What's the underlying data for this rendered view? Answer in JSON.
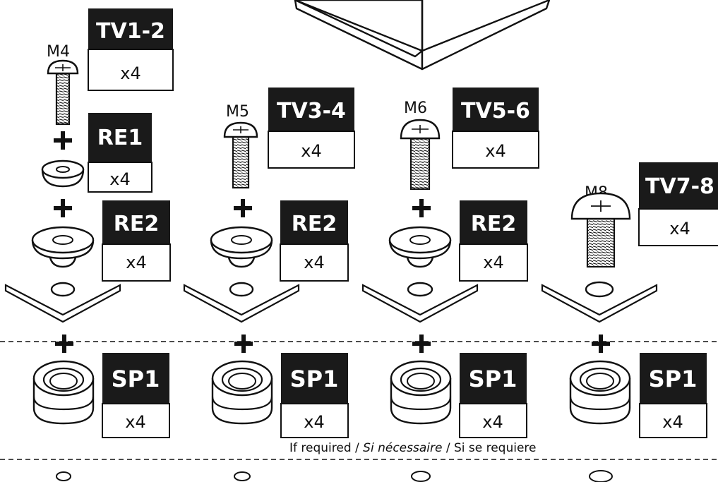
{
  "colors": {
    "ink": "#111111",
    "paper": "#ffffff",
    "label_bg": "#1a1a1a"
  },
  "columns": [
    {
      "size": "M4",
      "screw_code": "TV1-2",
      "screw_qty": "x4",
      "washer_code": "RE1",
      "washer_qty": "x4",
      "spacer_washer_code": "RE2",
      "spacer_washer_qty": "x4",
      "spacer_code": "SP1",
      "spacer_qty": "x4"
    },
    {
      "size": "M5",
      "screw_code": "TV3-4",
      "screw_qty": "x4",
      "spacer_washer_code": "RE2",
      "spacer_washer_qty": "x4",
      "spacer_code": "SP1",
      "spacer_qty": "x4"
    },
    {
      "size": "M6",
      "screw_code": "TV5-6",
      "screw_qty": "x4",
      "spacer_washer_code": "RE2",
      "spacer_washer_qty": "x4",
      "spacer_code": "SP1",
      "spacer_qty": "x4"
    },
    {
      "size": "M8",
      "screw_code": "TV7-8",
      "screw_qty": "x4",
      "spacer_code": "SP1",
      "spacer_qty": "x4"
    }
  ],
  "note": {
    "part1": "If required / ",
    "part2": "Si nécessaire",
    "part3": " / Si se requiere"
  }
}
